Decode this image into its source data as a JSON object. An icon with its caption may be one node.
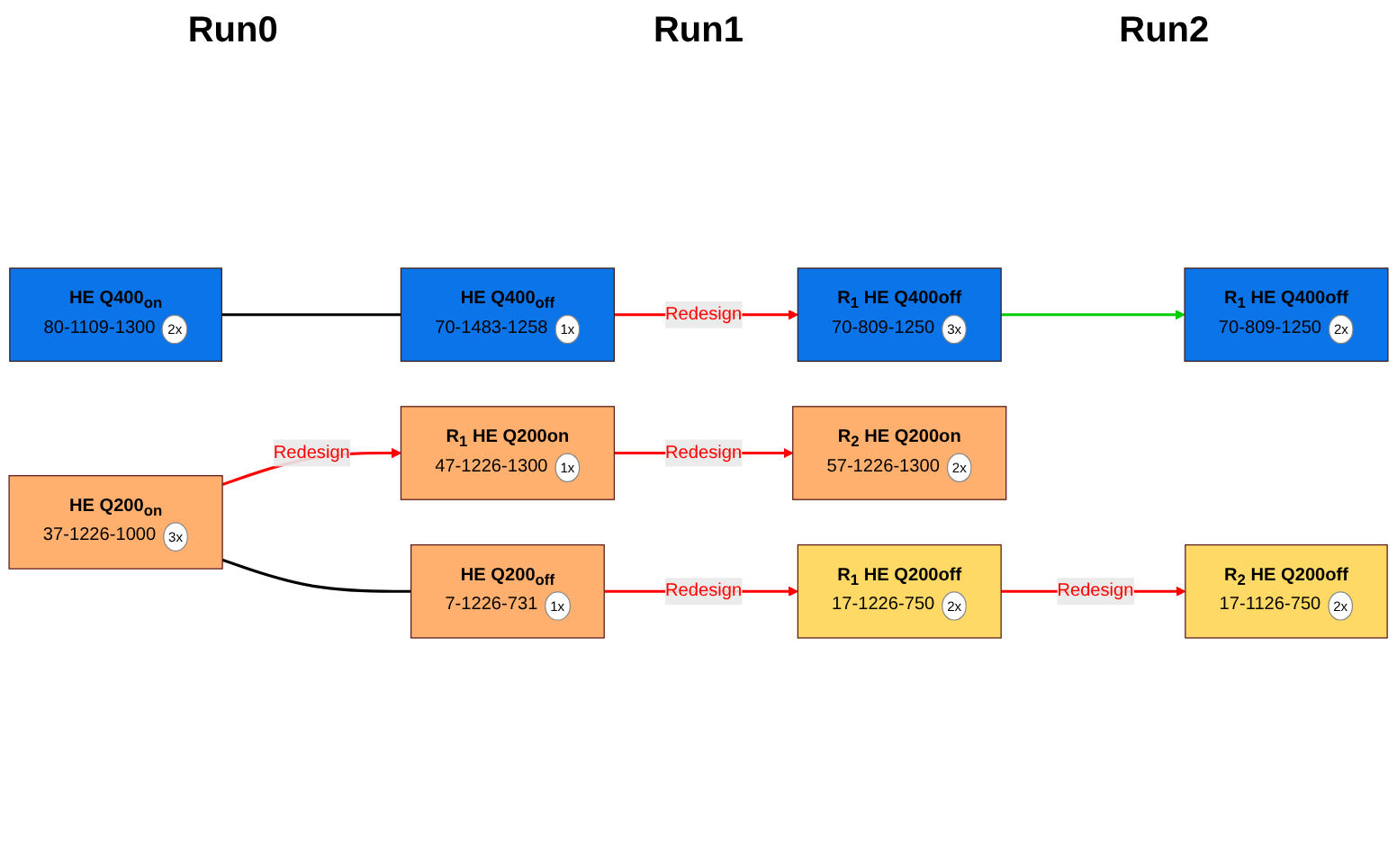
{
  "diagram": {
    "nodes": [
      {
        "text": [
          "HE Q400$_{on}$",
          "80-1109-1300",
          "2x"
        ]
      },
      {
        "text": [
          "HE Q400$_{off}$",
          "70-1483-1258",
          "1x"
        ]
      },
      {
        "text": [
          "R$_{1}$ HE Q400off",
          "70-809-1250",
          "3x"
        ]
      },
      {
        "text": [
          "R$_{1}$ HE Q400off",
          "70-809-1250",
          "2x"
        ]
      },
      {
        "text": [
          "HE Q200$_{on}$",
          "37-1226-1000",
          "3x"
        ]
      },
      {
        "text": [
          "R$_{1}$ HE Q200on",
          "47-1226-1300",
          "1x"
        ]
      },
      {
        "text": [
          "R$_{2}$ HE Q200on",
          "57-1226-1300",
          "2x"
        ]
      },
      {
        "text": [
          "HE Q200$_{off}$",
          "7-1226-731",
          "1x"
        ]
      },
      {
        "text": [
          "R$_{1}$ HE Q200off",
          "17-1226-750",
          "2x"
        ]
      },
      {
        "text": [
          "R$_{2}$ HE Q200off",
          "17-1126-750",
          "2x"
        ]
      }
    ],
    "edges": [
      {
        "from": 0,
        "to": 1,
        "arrow": "none",
        "color": "#000000"
      },
      {
        "from": 1,
        "to": 2,
        "arrow": "to",
        "label": "Redesign"
      },
      {
        "from": 2,
        "to": 3,
        "arrow": "to",
        "color": "#00cc00"
      },
      {
        "from": 4,
        "to": 5,
        "arrow": "to",
        "label": "Redesign"
      },
      {
        "from": 5,
        "to": 6,
        "arrow": "to",
        "label": "Redesign"
      },
      {
        "from": 4,
        "to": 7,
        "arrow": "none",
        "color": "#000000"
      },
      {
        "from": 7,
        "to": 8,
        "arrow": "to",
        "label": "Redesign"
      },
      {
        "from": 8,
        "to": 9,
        "arrow": "to",
        "label": "Redesign"
      }
    ],
    "labels": [
      "Run0",
      "Run1",
      "Run2"
    ]
  }
}
